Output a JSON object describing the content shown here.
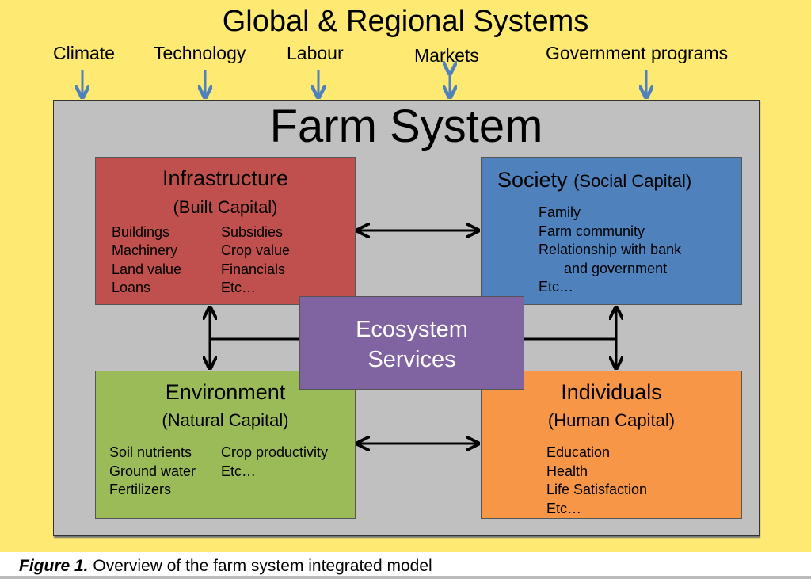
{
  "title": "Global & Regional Systems",
  "drivers": [
    {
      "label": "Climate",
      "direction": "down"
    },
    {
      "label": "Technology",
      "direction": "down"
    },
    {
      "label": "Labour",
      "direction": "down"
    },
    {
      "label": "Markets",
      "direction": "both"
    },
    {
      "label": "Government programs",
      "direction": "down"
    }
  ],
  "farm_title": "Farm System",
  "infrastructure": {
    "title": "Infrastructure",
    "subtitle": "(Built Capital)",
    "col1": [
      "Buildings",
      "Machinery",
      "Land value",
      "Loans"
    ],
    "col2": [
      "Subsidies",
      "Crop value",
      "Financials",
      "Etc…"
    ]
  },
  "society": {
    "title": "Society",
    "subtitle": "(Social Capital)",
    "items": [
      "Family",
      "Farm community",
      "Relationship with bank",
      "and government",
      "Etc…"
    ]
  },
  "environment": {
    "title": "Environment",
    "subtitle": "(Natural Capital)",
    "col1": [
      "Soil nutrients",
      "Ground water",
      "Fertilizers"
    ],
    "col2": [
      "Crop productivity",
      "Etc…"
    ]
  },
  "individuals": {
    "title": "Individuals",
    "subtitle": "(Human Capital)",
    "items": [
      "Education",
      "Health",
      "Life Satisfaction",
      "Etc…"
    ]
  },
  "ecosystem": {
    "line1": "Ecosystem",
    "line2": "Services"
  },
  "caption": {
    "label": "Figure 1.",
    "text": " Overview of the farm system integrated model"
  },
  "colors": {
    "background": "#fee972",
    "infrastructure": "#c0504d",
    "society": "#4f81bd",
    "environment": "#9bbb59",
    "individuals": "#f79646",
    "ecosystem": "#8064a2",
    "arrow_blue": "#4f81bd"
  }
}
